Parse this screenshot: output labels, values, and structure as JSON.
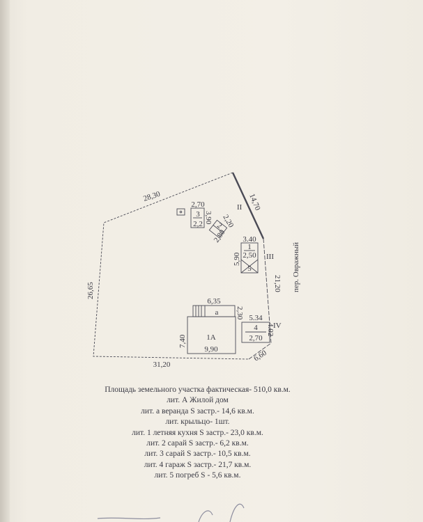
{
  "plan": {
    "boundary_labels": {
      "north": "28,30",
      "northeast": "14,70",
      "west": "26,65",
      "east": "21,20",
      "south": "31,20",
      "southeast": "6,60",
      "garage_gap": "4.02"
    },
    "boundary_points": {
      "p2": "II",
      "p3": "III",
      "p4": "IV"
    },
    "street": "пер. Овражный",
    "shed3": {
      "lit": "3",
      "top": "2,70",
      "side": "3,90",
      "bottom": "2,2"
    },
    "shed2": {
      "lit": "2",
      "side": "2,20",
      "bottom": "2,80"
    },
    "kitchen": {
      "lit": "1",
      "top": "3.40",
      "side": "5,90",
      "dim": "2,50",
      "cellar": "5"
    },
    "veranda": {
      "lit": "а",
      "top": "6,35",
      "side": "2,30"
    },
    "house": {
      "lit": "1А",
      "side": "7,40",
      "bottom": "9,90"
    },
    "garage": {
      "lit": "4",
      "top": "5.34",
      "bottom": "2,70"
    }
  },
  "legend": [
    "Площадь земельного участка фактическая- 510,0 кв.м.",
    "лит. А Жилой дом",
    "лит. а веранда S застр.- 14,6 кв.м.",
    "лит. крыльцо- 1шт.",
    "лит. 1 летняя кухня S застр.- 23,0 кв.м.",
    "лит. 2 сарай S застр.- 6,2 кв.м.",
    "лит. 3 сарай S застр.- 10,5 кв.м.",
    "лит. 4 гараж S застр.- 21,7 кв.м.",
    "лит. 5 погреб S - 5,6 кв.м."
  ]
}
